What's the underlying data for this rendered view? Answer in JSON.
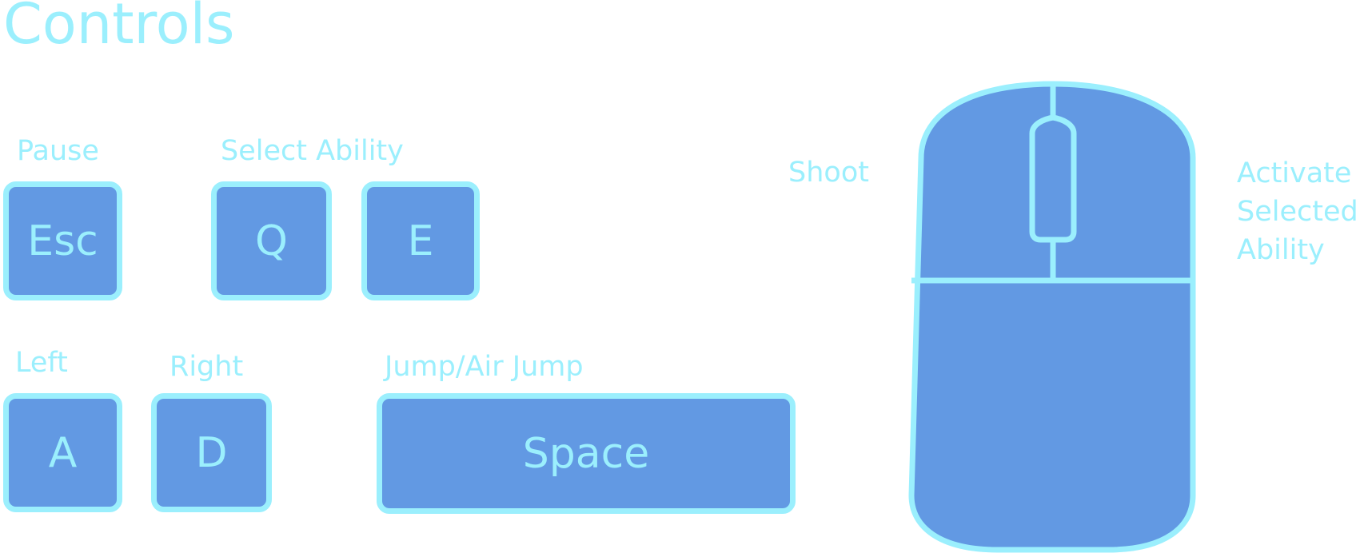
{
  "title": "Controls",
  "colors": {
    "accent": "#9BEFFD",
    "key_fill": "#6299E3"
  },
  "keys": {
    "pause": {
      "label": "Pause",
      "key": "Esc"
    },
    "select_ability": {
      "label": "Select Ability",
      "key_q": "Q",
      "key_e": "E"
    },
    "left": {
      "label": "Left",
      "key": "A"
    },
    "right": {
      "label": "Right",
      "key": "D"
    },
    "jump": {
      "label": "Jump/Air Jump",
      "key": "Space"
    }
  },
  "mouse": {
    "left_label": "Shoot",
    "right_label_lines": [
      "Activate",
      "Selected",
      "Ability"
    ]
  }
}
